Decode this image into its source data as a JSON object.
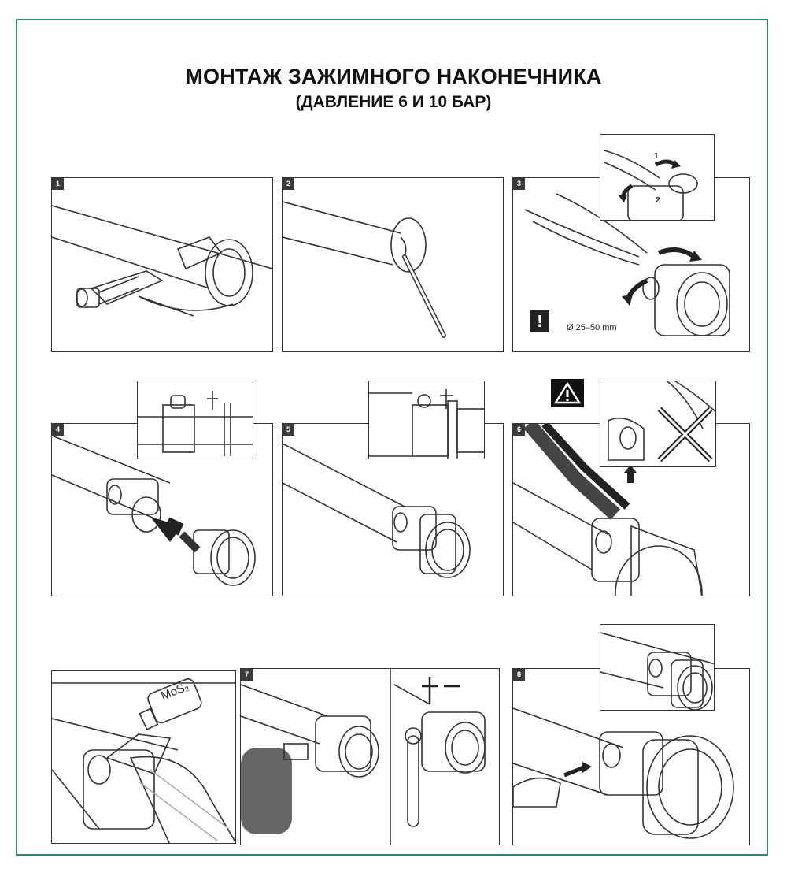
{
  "title": {
    "line1": "МОНТАЖ ЗАЖИМНОГО НАКОНЕЧНИКА",
    "line2": "(ДАВЛЕНИЕ 6 И 10 БАР)"
  },
  "steps": [
    {
      "number": "1"
    },
    {
      "number": "2"
    },
    {
      "number": "3",
      "note": "Ø 25–50 mm",
      "inset_labels": [
        "1",
        "2"
      ]
    },
    {
      "number": "4"
    },
    {
      "number": "5"
    },
    {
      "number": "6"
    },
    {
      "number": "7",
      "lubricant_label": "MoS₂"
    },
    {
      "number": "8"
    }
  ],
  "icons": [
    "warning-triangle-icon",
    "exclamation-icon",
    "cross-icon",
    "arrow-icon"
  ],
  "colors": {
    "frame": "#2e8b6e",
    "lines": "#333333"
  }
}
